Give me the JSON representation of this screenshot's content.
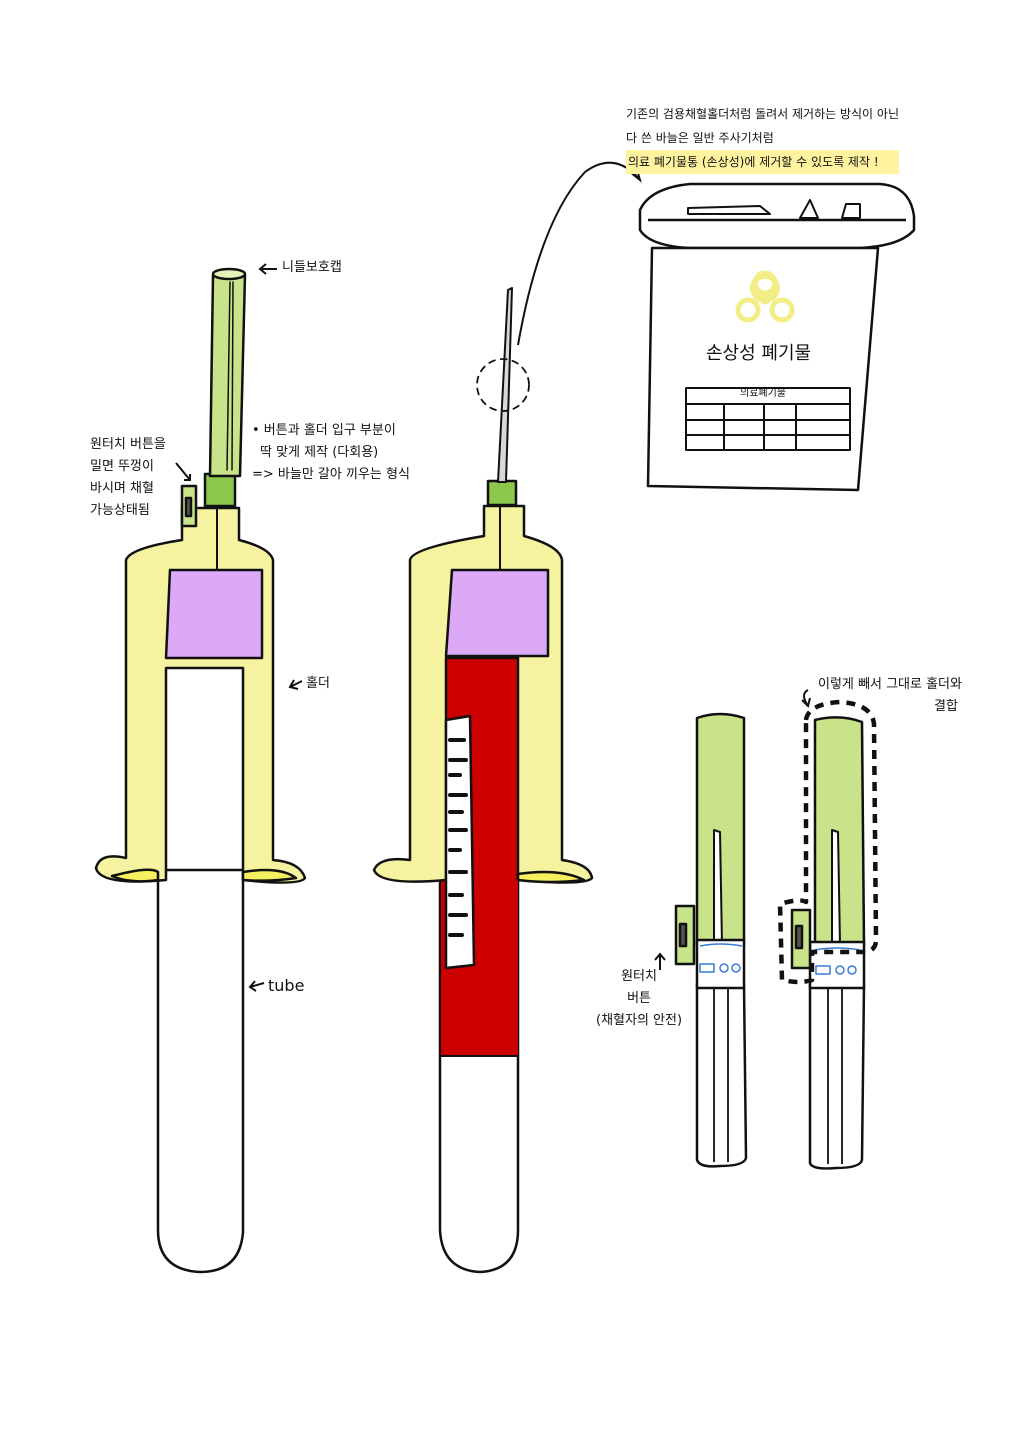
{
  "colors": {
    "holder": "#f6f3a0",
    "holder_stroke": "#1a1a1a",
    "cap": "#c9e38a",
    "hub": "#8cc84b",
    "stopper": "#dba9f5",
    "blood": "#cc0000",
    "outline": "#111111",
    "highlight": "#fff3a0",
    "biohazard": "#f2ee85",
    "label_blue": "#3b7bd6"
  },
  "icons": [
    "biohazard-icon",
    "arrow-icon",
    "barcode-icon"
  ],
  "labels": {
    "needle_cap": "니들보호캡",
    "one_touch_note": [
      "원터치 버튼을",
      "밀면 뚜껑이",
      "바시며 채혈",
      "가능상태됨"
    ],
    "fit_note": [
      "• 버튼과 홀더 입구 부분이",
      "딱 맞게 제작 (다회용)",
      "=> 바늘만 갈아 끼우는 형식"
    ],
    "holder": "홀더",
    "tube": "tube",
    "disposal_note": [
      "기존의 검용채혈홀더처럼 돌려서 제거하는 방식이 아닌",
      "다 쓴 바늘은 일반 주사기처럼",
      "의료 폐기물통 (손상성)에 제거할 수 있도록 제작 !"
    ],
    "bin_label": "손상성 폐기물",
    "bin_table_title": "의료폐기물",
    "combine_note": [
      "이렇게 빼서 그대로 홀더와",
      "결합"
    ],
    "one_touch_button": [
      "원터치",
      "버튼",
      "(채혈자의 안전)"
    ]
  }
}
